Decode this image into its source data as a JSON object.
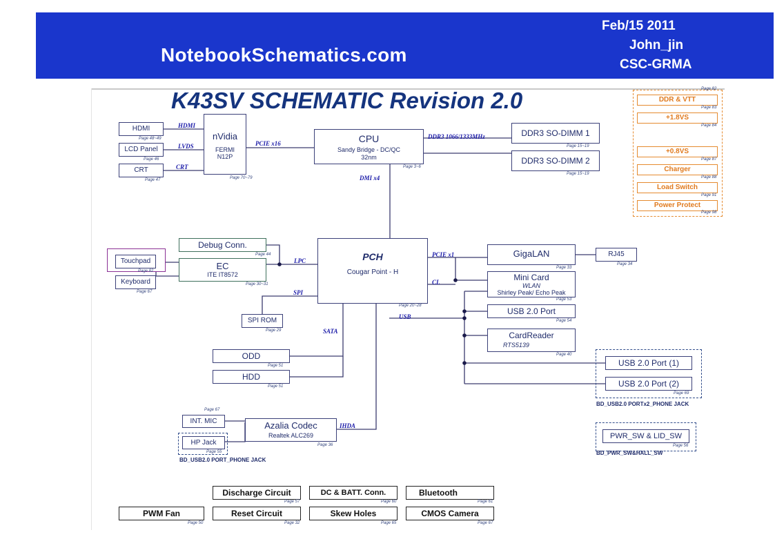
{
  "header": {
    "site": "NotebookSchematics.com",
    "date": "Feb/15 2011",
    "author": "John_jin",
    "dept": "CSC-GRMA"
  },
  "title": "K43SV SCHEMATIC Revision 2.0",
  "blocks": {
    "hdmi": "HDMI",
    "lcd": "LCD Panel",
    "crt": "CRT",
    "nvidia": "nVidia",
    "nvidia_sub1": "FERMI",
    "nvidia_sub2": "N12P",
    "cpu": "CPU",
    "cpu_sub1": "Sandy Bridge - DC/QC",
    "cpu_sub2": "32nm",
    "dimm1": "DDR3 SO-DIMM 1",
    "dimm2": "DDR3 SO-DIMM 2",
    "debug": "Debug Conn.",
    "touchpad": "Touchpad",
    "ec": "EC",
    "ec_sub": "ITE IT8572",
    "keyboard": "Keyboard",
    "pch": "PCH",
    "pch_sub": "Cougar Point - H",
    "gigalan": "GigaLAN",
    "rj45": "RJ45",
    "minicard": "Mini Card",
    "minicard_sub1": "WLAN",
    "minicard_sub2": "Shirley Peak/ Echo Peak",
    "usb20": "USB 2.0 Port",
    "cardreader": "CardReader",
    "cardreader_sub": "RTS5139",
    "usb20_1": "USB 2.0 Port (1)",
    "usb20_2": "USB 2.0 Port (2)",
    "spirom": "SPI ROM",
    "odd": "ODD",
    "hdd": "HDD",
    "intmic": "INT. MIC",
    "hpjack": "HP Jack",
    "azalia": "Azalia Codec",
    "azalia_sub": "Realtek ALC269",
    "pwr_sw": "PWR_SW & LID_SW",
    "discharge": "Discharge Circuit",
    "dcbatt": "DC & BATT. Conn.",
    "bluetooth": "Bluetooth",
    "pwmfan": "PWM Fan",
    "reset": "Reset Circuit",
    "skew": "Skew Holes",
    "cmos": "CMOS Camera"
  },
  "power": {
    "ddr_vtt": "DDR & VTT",
    "v18": "+1.8VS",
    "v08": "+0.8VS",
    "charger": "Charger",
    "loadswitch": "Load Switch",
    "powerprotect": "Power Protect"
  },
  "buses": {
    "hdmi": "HDMI",
    "lvds": "LVDS",
    "crt": "CRT",
    "pcie16": "PCIE x16",
    "ddr3": "DDR3 1066/1333MHz",
    "dmi": "DMI x4",
    "lpc": "LPC",
    "spi": "SPI",
    "sata": "SATA",
    "pcie1": "PCIE x1",
    "cl": "CL",
    "usb": "USB",
    "ihda": "IHDA"
  },
  "pages": {
    "hdmi": "Page 48~49",
    "lcd": "Page 46",
    "crt": "Page 47",
    "nvidia": "Page 70~79",
    "cpu": "Page 3~6",
    "dimm1": "Page 15~19",
    "dimm2": "Page 15~19",
    "debug": "Page 44",
    "touchpad": "Page 82",
    "ec": "Page 30~31",
    "keyboard": "Page 67",
    "pch": "Page 20~28",
    "gigalan": "Page 33",
    "rj45": "Page 34",
    "minicard": "Page 53",
    "usb20": "Page 54",
    "cardreader": "Page 40",
    "usb_group": "Page 69",
    "spirom": "Page 29",
    "odd": "Page 51",
    "hdd": "Page 51",
    "intmic": "Page 67",
    "hpjack": "Page 55",
    "azalia": "Page 36",
    "pwr_sw": "Page 56",
    "discharge": "Page 57",
    "dcbatt": "Page 60",
    "bluetooth": "Page 61",
    "pwmfan": "Page 50",
    "reset": "Page 32",
    "skew": "Page 65",
    "cmos": "Page 67",
    "ddr_vtt_top": "Page 82",
    "ddr_vtt": "Page 83",
    "v18": "Page 84",
    "v08": "Page 87",
    "charger": "Page 88",
    "loadswitch": "Page 91",
    "powerprotect": "Page 98"
  },
  "notes": {
    "usb_group": "BD_USB2.0 PORTx2_PHONE JACK",
    "hp_group": "BD_USB2.0 PORT_PHONE JACK",
    "pwr_group": "BD_PWR_SW&HALL_SW"
  },
  "colors": {
    "banner": "#1a36cc",
    "title": "#15347e",
    "block_border": "#3a3f78",
    "power_orange": "#e58a2e",
    "bus_label": "#1b1ba8"
  }
}
